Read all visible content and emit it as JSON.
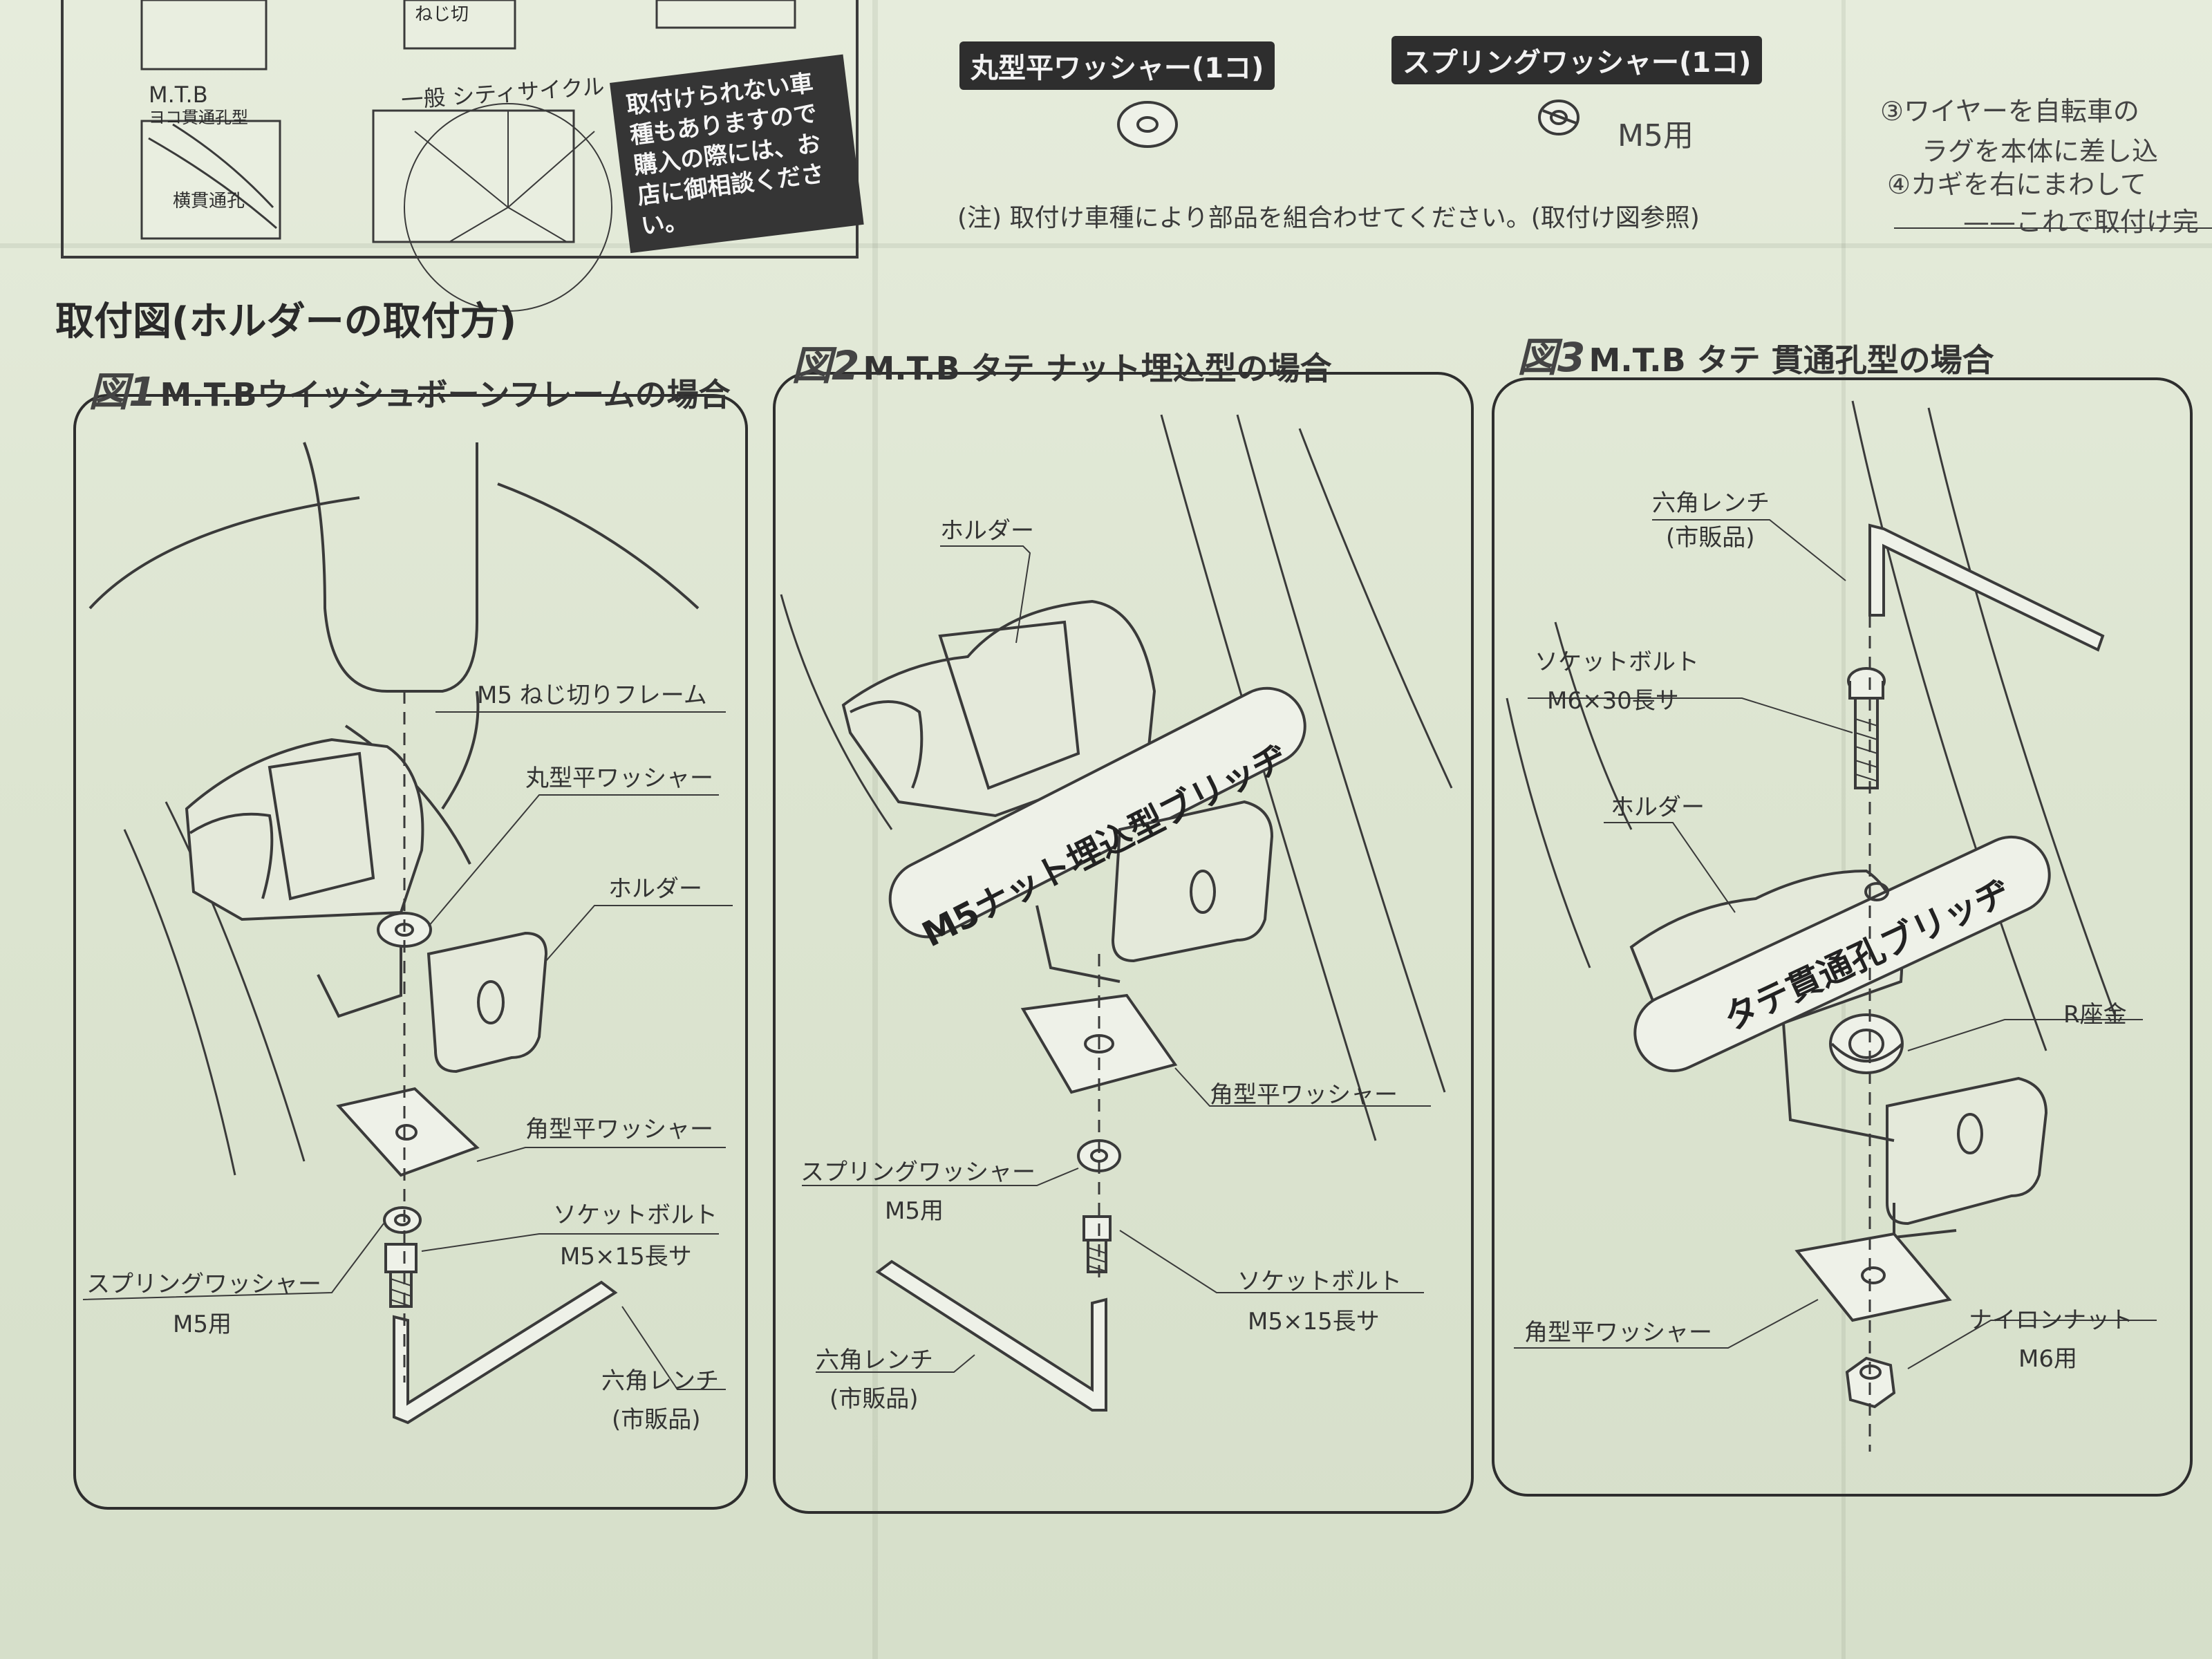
{
  "top_left": {
    "label_mtb": "M.T.B",
    "label_mtb_sub": "ヨコ貫通孔型",
    "label_city": "一般 シティサイクル",
    "label_hole": "横貫通孔",
    "label_screw": "ねじ切",
    "warning": "取付けられない車種もありますので購入の際には、お店に御相談ください。"
  },
  "parts": {
    "round_washer": "丸型平ワッシャー(1コ)",
    "spring_washer": "スプリングワッシャー(1コ)",
    "spring_size": "M5用",
    "note": "(注) 取付け車種により部品を組合わせてください。(取付け図参照)"
  },
  "right_steps": {
    "step3_line1": "③ワイヤーを自転車の",
    "step3_line2": "ラグを本体に差し込",
    "step4_line1": "④カギを右にまわして",
    "step4_line2": "——これで取付け完"
  },
  "section_title": "取付図(ホルダーの取付方)",
  "fig1": {
    "num": "図1",
    "title": "M.T.Bウイッシュボーンフレームの場合",
    "labels": {
      "frame": "M5 ねじ切りフレーム",
      "round_washer": "丸型平ワッシャー",
      "holder": "ホルダー",
      "square_washer": "角型平ワッシャー",
      "bolt": "ソケットボルト",
      "bolt_size": "M5×15長サ",
      "spring_washer": "スプリングワッシャー",
      "spring_size": "M5用",
      "wrench": "六角レンチ",
      "wrench_sub": "(市販品)"
    }
  },
  "fig2": {
    "num": "図2",
    "title": "M.T.B タテ ナット埋込型の場合",
    "bridge": "M5ナット埋込型ブリッヂ",
    "labels": {
      "holder": "ホルダー",
      "square_washer": "角型平ワッシャー",
      "spring_washer": "スプリングワッシャー",
      "spring_size": "M5用",
      "bolt": "ソケットボルト",
      "bolt_size": "M5×15長サ",
      "wrench": "六角レンチ",
      "wrench_sub": "(市販品)"
    }
  },
  "fig3": {
    "num": "図3",
    "title": "M.T.B タテ 貫通孔型の場合",
    "bridge": "タテ貫通孔ブリッヂ",
    "labels": {
      "wrench": "六角レンチ",
      "wrench_sub": "(市販品)",
      "bolt": "ソケットボルト",
      "bolt_size": "M6×30長サ",
      "holder": "ホルダー",
      "r_washer": "R座金",
      "square_washer": "角型平ワッシャー",
      "nut": "ナイロンナット",
      "nut_size": "M6用"
    }
  }
}
